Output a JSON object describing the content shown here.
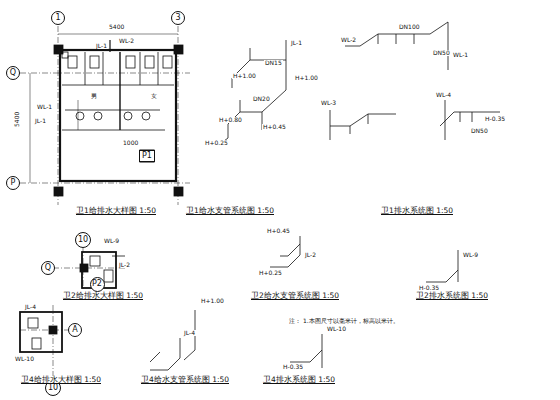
{
  "diagram": {
    "nodes": [
      {
        "text": [
          "1"
        ]
      },
      {
        "text": [
          "3"
        ]
      },
      {
        "text": [
          "Q"
        ]
      },
      {
        "text": [
          "P"
        ]
      },
      {
        "text": [
          "P1"
        ]
      },
      {
        "text": [
          "10"
        ]
      },
      {
        "text": [
          "Q"
        ]
      },
      {
        "text": [
          "P2"
        ]
      },
      {
        "text": [
          "A"
        ]
      },
      {
        "text": [
          "10"
        ]
      }
    ],
    "labels": [
      "卫1给排水大样图 1:50",
      "卫1给水支管系统图 1:50",
      "卫1排水系统图 1:50",
      "卫2给排水大样图 1:50",
      "卫2给水支管系统图 1:50",
      "卫2排水系统图 1:50",
      "卫4给排水大样图 1:50",
      "卫4给水支管系统图 1:50",
      "卫4排水系统图 1:50",
      "注：",
      "1.本图尺寸以毫米计，标高以米计。",
      "5400",
      "5400",
      "JL-1",
      "WL-2",
      "男",
      "女",
      "WL-1",
      "JL-1",
      "1000",
      "JL-1",
      "H+1.00",
      "H+1.00",
      "DN20",
      "H+0.80",
      "H+0.45",
      "H+0.25",
      "DN15",
      "WL-2",
      "WL-1",
      "DN100",
      "DN50",
      "WL-3",
      "WL-4",
      "H-0.35",
      "DN50",
      "WL-9",
      "JL-2",
      "H+0.45",
      "JL-2",
      "H+0.25",
      "WL-9",
      "H-0.35",
      "JL-4",
      "WL-10",
      "JL-4",
      "H+1.00",
      "WL-10",
      "H-0.35"
    ]
  }
}
